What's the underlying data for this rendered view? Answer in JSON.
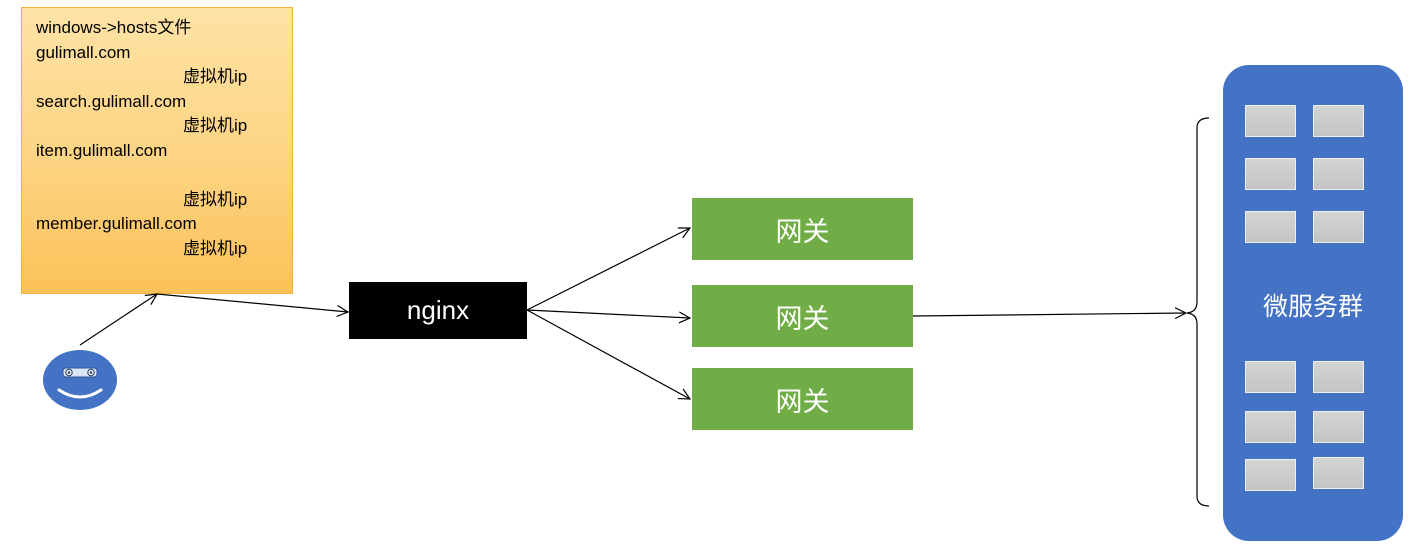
{
  "hosts_note": {
    "lines": [
      {
        "text": "windows->hosts文件",
        "indent": false
      },
      {
        "text": "gulimall.com",
        "indent": false
      },
      {
        "text": "虚拟机ip",
        "indent": true
      },
      {
        "text": "search.gulimall.com",
        "indent": false
      },
      {
        "text": "虚拟机ip",
        "indent": true
      },
      {
        "text": "item.gulimall.com",
        "indent": false
      },
      {
        "text": "",
        "indent": false
      },
      {
        "text": "虚拟机ip",
        "indent": true
      },
      {
        "text": "member.gulimall.com",
        "indent": false
      },
      {
        "text": "虚拟机ip",
        "indent": true
      }
    ]
  },
  "nginx": {
    "label": "nginx"
  },
  "gateways": [
    {
      "label": "网关"
    },
    {
      "label": "网关"
    },
    {
      "label": "网关"
    }
  ],
  "cluster": {
    "label": "微服务群",
    "service_count_top": 6,
    "service_count_bottom": 6
  },
  "user": {
    "icon": "smiley-face-icon"
  },
  "colors": {
    "note_fill": "#fdd381",
    "nginx_fill": "#000000",
    "gateway_fill": "#70ad47",
    "cluster_fill": "#4472c4",
    "user_fill": "#4472c4"
  }
}
